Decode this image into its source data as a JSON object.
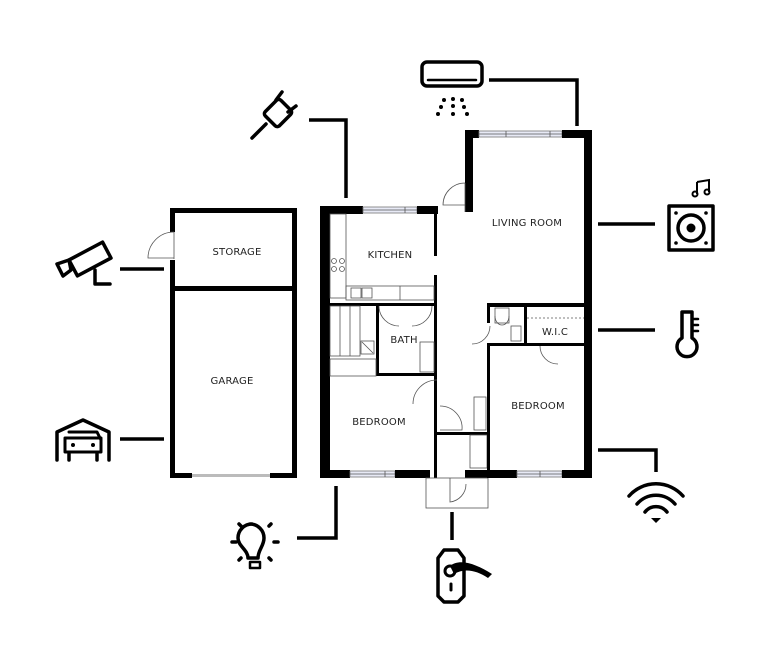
{
  "rooms": {
    "storage": "STORAGE",
    "garage": "GARAGE",
    "kitchen": "KITCHEN",
    "living_room": "LIVING ROOM",
    "bath": "BATH",
    "wic": "W.I.C",
    "bedroom_left": "BEDROOM",
    "bedroom_right": "BEDROOM"
  },
  "devices": [
    {
      "id": "security-camera",
      "icon": "security-camera-icon",
      "connected_to": "storage"
    },
    {
      "id": "garage-door",
      "icon": "garage-car-icon",
      "connected_to": "garage"
    },
    {
      "id": "smart-plug",
      "icon": "power-plug-icon",
      "connected_to": "kitchen"
    },
    {
      "id": "air-conditioner",
      "icon": "air-conditioner-icon",
      "connected_to": "living_room"
    },
    {
      "id": "speaker",
      "icon": "speaker-music-icon",
      "connected_to": "living_room"
    },
    {
      "id": "thermostat",
      "icon": "thermometer-icon",
      "connected_to": "wic"
    },
    {
      "id": "wifi",
      "icon": "wifi-icon",
      "connected_to": "bedroom_right"
    },
    {
      "id": "smart-light",
      "icon": "light-bulb-icon",
      "connected_to": "bedroom_left"
    },
    {
      "id": "smart-lock",
      "icon": "door-handle-lock-icon",
      "connected_to": "entry"
    }
  ],
  "colors": {
    "wall": "#000000",
    "window": "#e8eaf6",
    "background": "#ffffff"
  }
}
